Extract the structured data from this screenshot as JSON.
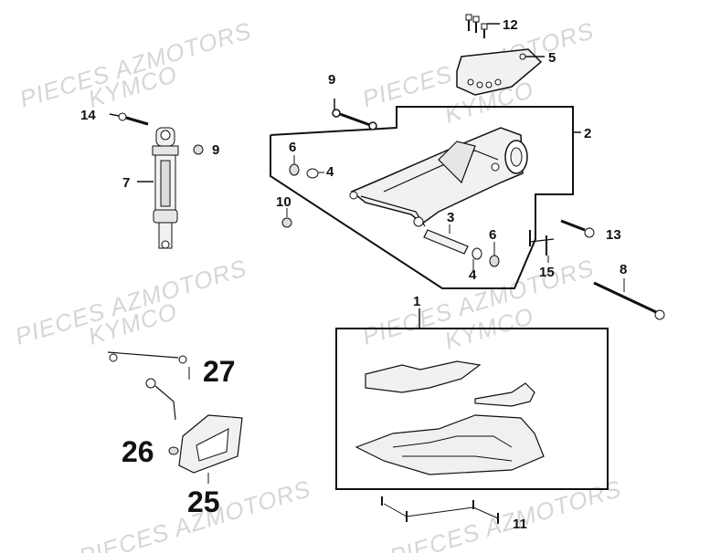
{
  "watermark": {
    "line1": "PIECES AZMOTORS",
    "line2": "KYMCO"
  },
  "callouts": {
    "c1": "1",
    "c2": "2",
    "c3": "3",
    "c4a": "4",
    "c4b": "4",
    "c5": "5",
    "c6a": "6",
    "c6b": "6",
    "c7": "7",
    "c8": "8",
    "c9a": "9",
    "c9b": "9",
    "c10": "10",
    "c11": "11",
    "c12": "12",
    "c13": "13",
    "c14": "14",
    "c15": "15",
    "c25": "25",
    "c26": "26",
    "c27": "27"
  }
}
